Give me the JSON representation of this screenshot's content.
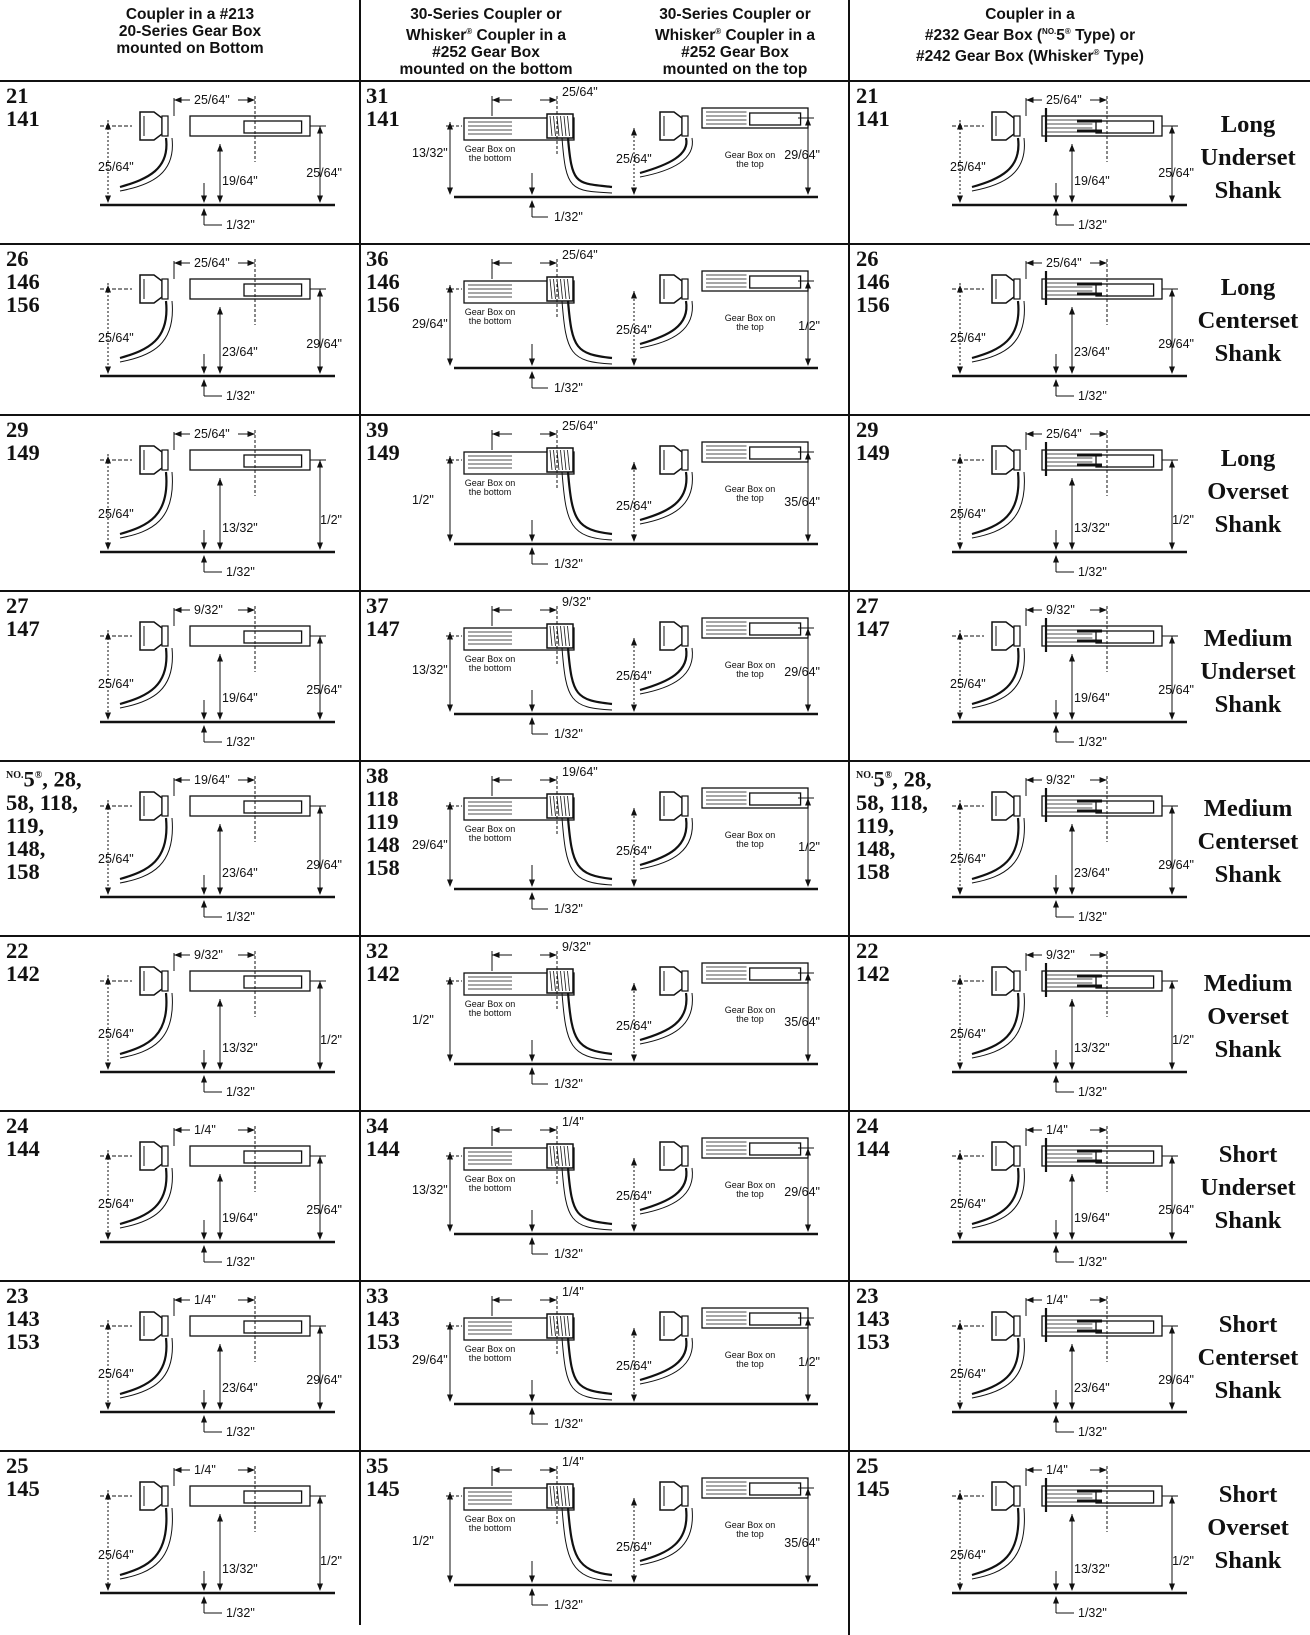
{
  "columns": [
    {
      "lines": [
        "Coupler in a #213",
        "20-Series Gear Box",
        "mounted on Bottom"
      ]
    },
    {
      "lines": [
        "30-Series Coupler or",
        "Whisker® Coupler in a",
        "#252 Gear Box",
        "mounted on the bottom"
      ]
    },
    {
      "lines": [
        "30-Series Coupler or",
        "Whisker® Coupler in a",
        "#252 Gear Box",
        "mounted on the top"
      ]
    },
    {
      "lines": [
        "Coupler in a",
        "#232 Gear Box (NO.5® Type) or",
        "#242 Gear Box (Whisker® Type)"
      ]
    }
  ],
  "notes": {
    "bottom": [
      "Gear Box on",
      "the bottom"
    ],
    "top": [
      "Gear Box on",
      "the top"
    ]
  },
  "rows": [
    {
      "shank": [
        "Long",
        "Underset",
        "Shank"
      ],
      "c1": {
        "parts": [
          "21",
          "141"
        ],
        "d": [
          "25/64\"",
          "25/64\"",
          "19/64\"",
          "25/64\"",
          "1/32\""
        ]
      },
      "c2": {
        "parts": [
          "31",
          "141"
        ],
        "d": [
          "25/64\"",
          "13/32\"",
          "25/64\"",
          "29/64\"",
          "1/32\""
        ]
      },
      "c4": {
        "parts": [
          "21",
          "141"
        ],
        "d": [
          "25/64\"",
          "25/64\"",
          "19/64\"",
          "25/64\"",
          "1/32\""
        ]
      }
    },
    {
      "shank": [
        "Long",
        "Centerset",
        "Shank"
      ],
      "c1": {
        "parts": [
          "26",
          "146",
          "156"
        ],
        "d": [
          "25/64\"",
          "25/64\"",
          "23/64\"",
          "29/64\"",
          "1/32\""
        ]
      },
      "c2": {
        "parts": [
          "36",
          "146",
          "156"
        ],
        "d": [
          "25/64\"",
          "29/64\"",
          "25/64\"",
          "1/2\"",
          "1/32\""
        ]
      },
      "c4": {
        "parts": [
          "26",
          "146",
          "156"
        ],
        "d": [
          "25/64\"",
          "25/64\"",
          "23/64\"",
          "29/64\"",
          "1/32\""
        ]
      }
    },
    {
      "shank": [
        "Long",
        "Overset",
        "Shank"
      ],
      "c1": {
        "parts": [
          "29",
          "149"
        ],
        "d": [
          "25/64\"",
          "25/64\"",
          "13/32\"",
          "1/2\"",
          "1/32\""
        ]
      },
      "c2": {
        "parts": [
          "39",
          "149"
        ],
        "d": [
          "25/64\"",
          "1/2\"",
          "25/64\"",
          "35/64\"",
          "1/32\""
        ]
      },
      "c4": {
        "parts": [
          "29",
          "149"
        ],
        "d": [
          "25/64\"",
          "25/64\"",
          "13/32\"",
          "1/2\"",
          "1/32\""
        ]
      }
    },
    {
      "shank": [
        "Medium",
        "Underset",
        "Shank"
      ],
      "c1": {
        "parts": [
          "27",
          "147"
        ],
        "d": [
          "9/32\"",
          "25/64\"",
          "19/64\"",
          "25/64\"",
          "1/32\""
        ]
      },
      "c2": {
        "parts": [
          "37",
          "147"
        ],
        "d": [
          "9/32\"",
          "13/32\"",
          "25/64\"",
          "29/64\"",
          "1/32\""
        ]
      },
      "c4": {
        "parts": [
          "27",
          "147"
        ],
        "d": [
          "9/32\"",
          "25/64\"",
          "19/64\"",
          "25/64\"",
          "1/32\""
        ]
      }
    },
    {
      "shank": [
        "Medium",
        "Centerset",
        "Shank"
      ],
      "c1": {
        "parts": [
          "NO.5®, 28,",
          "58, 118,",
          "119,",
          "148,",
          "158"
        ],
        "d": [
          "19/64\"",
          "25/64\"",
          "23/64\"",
          "29/64\"",
          "1/32\""
        ]
      },
      "c2": {
        "parts": [
          "38",
          "118",
          "119",
          "148",
          "158"
        ],
        "d": [
          "19/64\"",
          "29/64\"",
          "25/64\"",
          "1/2\"",
          "1/32\""
        ]
      },
      "c4": {
        "parts": [
          "NO.5®, 28,",
          "58, 118,",
          "119,",
          "148,",
          "158"
        ],
        "d": [
          "9/32\"",
          "25/64\"",
          "23/64\"",
          "29/64\"",
          "1/32\""
        ]
      }
    },
    {
      "shank": [
        "Medium",
        "Overset",
        "Shank"
      ],
      "c1": {
        "parts": [
          "22",
          "142"
        ],
        "d": [
          "9/32\"",
          "25/64\"",
          "13/32\"",
          "1/2\"",
          "1/32\""
        ]
      },
      "c2": {
        "parts": [
          "32",
          "142"
        ],
        "d": [
          "9/32\"",
          "1/2\"",
          "25/64\"",
          "35/64\"",
          "1/32\""
        ]
      },
      "c4": {
        "parts": [
          "22",
          "142"
        ],
        "d": [
          "9/32\"",
          "25/64\"",
          "13/32\"",
          "1/2\"",
          "1/32\""
        ]
      }
    },
    {
      "shank": [
        "Short",
        "Underset",
        "Shank"
      ],
      "c1": {
        "parts": [
          "24",
          "144"
        ],
        "d": [
          "1/4\"",
          "25/64\"",
          "19/64\"",
          "25/64\"",
          "1/32\""
        ]
      },
      "c2": {
        "parts": [
          "34",
          "144"
        ],
        "d": [
          "1/4\"",
          "13/32\"",
          "25/64\"",
          "29/64\"",
          "1/32\""
        ]
      },
      "c4": {
        "parts": [
          "24",
          "144"
        ],
        "d": [
          "1/4\"",
          "25/64\"",
          "19/64\"",
          "25/64\"",
          "1/32\""
        ]
      }
    },
    {
      "shank": [
        "Short",
        "Centerset",
        "Shank"
      ],
      "c1": {
        "parts": [
          "23",
          "143",
          "153"
        ],
        "d": [
          "1/4\"",
          "25/64\"",
          "23/64\"",
          "29/64\"",
          "1/32\""
        ]
      },
      "c2": {
        "parts": [
          "33",
          "143",
          "153"
        ],
        "d": [
          "1/4\"",
          "29/64\"",
          "25/64\"",
          "1/2\"",
          "1/32\""
        ]
      },
      "c4": {
        "parts": [
          "23",
          "143",
          "153"
        ],
        "d": [
          "1/4\"",
          "25/64\"",
          "23/64\"",
          "29/64\"",
          "1/32\""
        ]
      }
    },
    {
      "shank": [
        "Short",
        "Overset",
        "Shank"
      ],
      "c1": {
        "parts": [
          "25",
          "145"
        ],
        "d": [
          "1/4\"",
          "25/64\"",
          "13/32\"",
          "1/2\"",
          "1/32\""
        ]
      },
      "c2": {
        "parts": [
          "35",
          "145"
        ],
        "d": [
          "1/4\"",
          "1/2\"",
          "25/64\"",
          "35/64\"",
          "1/32\""
        ]
      },
      "c4": {
        "parts": [
          "25",
          "145"
        ],
        "d": [
          "1/4\"",
          "25/64\"",
          "13/32\"",
          "1/2\"",
          "1/32\""
        ]
      }
    }
  ]
}
